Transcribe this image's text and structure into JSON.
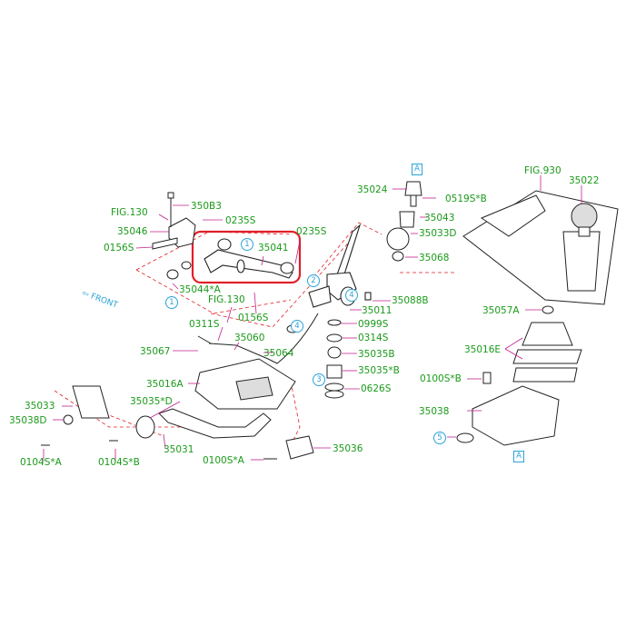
{
  "labels": {
    "p35083": "350B3",
    "fig130a": "FIG.130",
    "p0235s_a": "0235S",
    "p35046": "35046",
    "p0156s_a": "0156S",
    "p35041": "35041",
    "p0235s_b": "0235S",
    "p35044a": "35044*A",
    "fig130b": "FIG.130",
    "p0156s_b": "0156S",
    "p0311s": "0311S",
    "p35060": "35060",
    "p35064": "35064",
    "p35067": "35067",
    "p35016a": "35016A",
    "p35033": "35033",
    "p35038d": "35038D",
    "p35035d": "35035*D",
    "p35031": "35031",
    "p0104sa": "0104S*A",
    "p0104sb": "0104S*B",
    "p0100sa": "0100S*A",
    "p35036": "35036",
    "p35024": "35024",
    "p0519sb": "0519S*B",
    "p35043": "35043",
    "p35033d": "35033D",
    "p35068": "35068",
    "p35088b": "35088B",
    "p35011": "35011",
    "p0999s": "0999S",
    "p0314s": "0314S",
    "p35035b": "35035B",
    "p35035b2": "35035*B",
    "p0626s": "0626S",
    "fig930": "FIG.930",
    "p35022": "35022",
    "p35057a": "35057A",
    "p35016e": "35016E",
    "p0100sb": "0100S*B",
    "p35038": "35038",
    "front": "FRONT"
  },
  "callouts": {
    "c1a": "1",
    "c1b": "1",
    "c2": "2",
    "c3": "3",
    "c4a": "4",
    "c4b": "4",
    "c5": "5",
    "boxA1": "A",
    "boxA2": "A"
  },
  "colors": {
    "label": "#1a9a1a",
    "leader": "#c02090",
    "callout": "#2aa3d8",
    "highlight": "#e0202a",
    "dashed": "#e0202a",
    "parts": "#222222"
  }
}
